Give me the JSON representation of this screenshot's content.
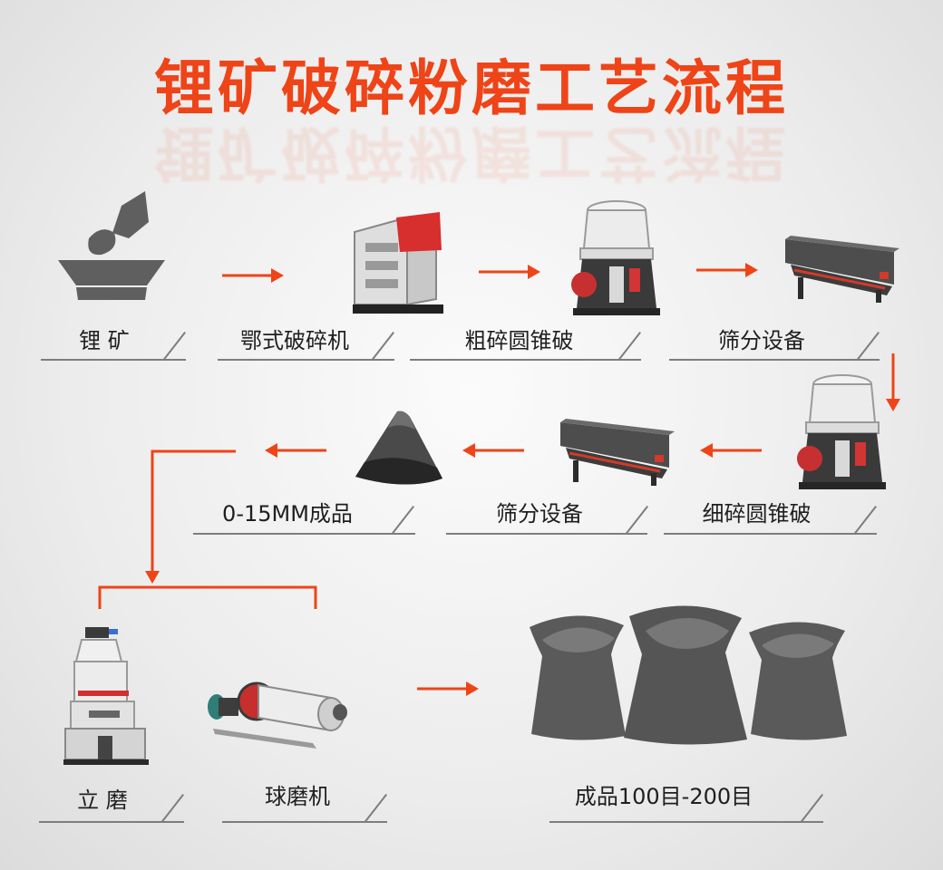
{
  "title": "锂矿破碎粉磨工艺流程",
  "steps": [
    {
      "label": "锂 矿",
      "icon": "ore-bowl-icon"
    },
    {
      "label": "鄂式破碎机",
      "icon": "jaw-crusher-icon"
    },
    {
      "label": "粗碎圆锥破",
      "icon": "cone-crusher-icon"
    },
    {
      "label": "筛分设备",
      "icon": "vibrating-screen-icon"
    },
    {
      "label": "细碎圆锥破",
      "icon": "cone-crusher-icon"
    },
    {
      "label": "筛分设备",
      "icon": "vibrating-screen-icon"
    },
    {
      "label": "0-15MM成品",
      "icon": "material-pile-icon"
    },
    {
      "label": "立 磨",
      "icon": "vertical-mill-icon"
    },
    {
      "label": "球磨机",
      "icon": "ball-mill-icon"
    },
    {
      "label": "成品100目-200目",
      "icon": "product-bags-icon"
    }
  ],
  "colors": {
    "accent": "#ee4418",
    "text": "#1f1f1f",
    "line": "#7d7d7d",
    "icon_gray": "#5a5a5a",
    "background": "#ececec"
  }
}
